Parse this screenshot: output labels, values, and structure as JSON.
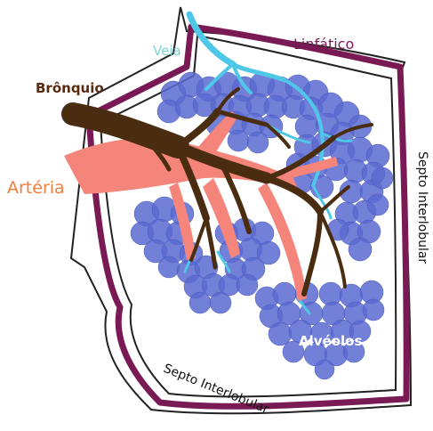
{
  "labels": {
    "veia": "Veia",
    "linfatico": "Linfático",
    "bronquio": "Brônquio",
    "arteria": "Artéria",
    "alveolos": "Alvéolos",
    "septo_right": "Septo Interlobular",
    "septo_bottom": "Septo Interlobular"
  },
  "colors": {
    "lymph_septum": "#7a1a55",
    "vein": "#4fc8e8",
    "bronchus": "#4a2d10",
    "artery": "#f5857a",
    "alveoli": "#5a6ad0"
  }
}
